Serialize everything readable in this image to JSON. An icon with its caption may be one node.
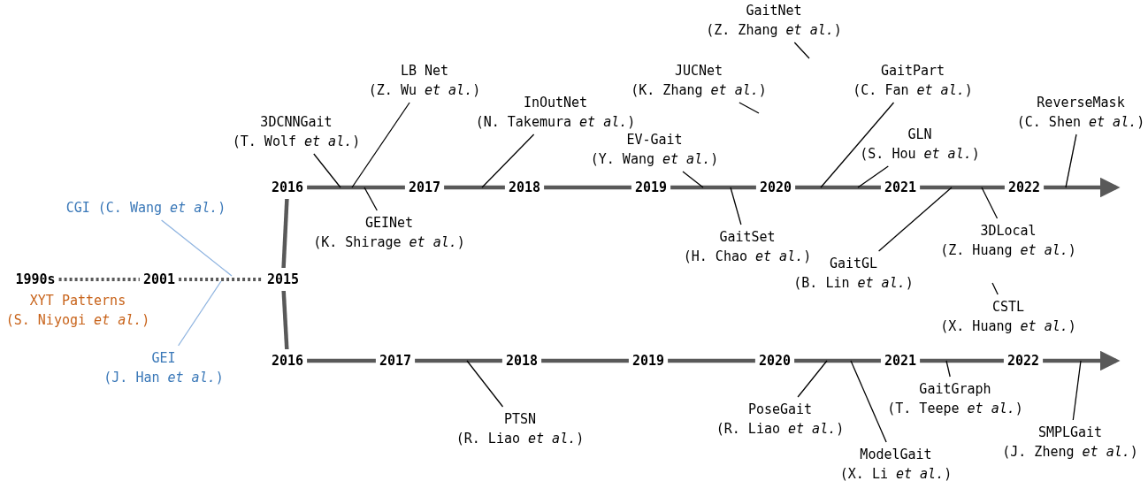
{
  "diagram": {
    "nodes": [
      {
        "text": [
          "1990s"
        ]
      },
      {
        "text": [
          "2001"
        ]
      },
      {
        "text": [
          "2015"
        ]
      },
      {
        "text": [
          "2016"
        ]
      },
      {
        "text": [
          "2017"
        ]
      },
      {
        "text": [
          "2018"
        ]
      },
      {
        "text": [
          "2019"
        ]
      },
      {
        "text": [
          "2020"
        ]
      },
      {
        "text": [
          "2021"
        ]
      },
      {
        "text": [
          "2022"
        ]
      },
      {
        "text": [
          "2016"
        ]
      },
      {
        "text": [
          "2017"
        ]
      },
      {
        "text": [
          "2018"
        ]
      },
      {
        "text": [
          "2019"
        ]
      },
      {
        "text": [
          "2020"
        ]
      },
      {
        "text": [
          "2021"
        ]
      },
      {
        "text": [
          "2022"
        ]
      },
      {
        "text": [
          "GaitNet",
          "(Z. Zhang *et al.*)"
        ]
      },
      {
        "text": [
          "LB Net",
          "(Z. Wu *et al.*)"
        ]
      },
      {
        "text": [
          "JUCNet",
          "(K. Zhang *et al.*)"
        ]
      },
      {
        "text": [
          "GaitPart",
          "(C. Fan *et al.*)"
        ]
      },
      {
        "text": [
          "InOutNet",
          "(N. Takemura *et al.*)"
        ]
      },
      {
        "text": [
          "ReverseMask",
          "(C. Shen *et al.*)"
        ]
      },
      {
        "text": [
          "3DCNNGait",
          "(T. Wolf *et al.*)"
        ]
      },
      {
        "text": [
          "EV-Gait",
          "(Y. Wang *et al.*)"
        ]
      },
      {
        "text": [
          "GLN",
          "(S. Hou *et al.*)"
        ]
      },
      {
        "text": [
          "CGI (C. Wang *et al.*)"
        ]
      },
      {
        "text": [
          "GEINet",
          "(K. Shirage *et al.*)"
        ]
      },
      {
        "text": [
          "GaitSet",
          "(H. Chao *et al.*)"
        ]
      },
      {
        "text": [
          "3DLocal",
          "(Z. Huang *et al.*)"
        ]
      },
      {
        "text": [
          "GaitGL",
          "(B. Lin *et al.*)"
        ]
      },
      {
        "text": [
          "CSTL",
          "(X. Huang *et al.*)"
        ]
      },
      {
        "text": [
          "GEI",
          "(J. Han *et al.*)"
        ]
      },
      {
        "text": [
          "GaitGraph",
          "(T. Teepe *et al.*)"
        ]
      },
      {
        "text": [
          "PoseGait",
          "(R. Liao *et al.*)"
        ]
      },
      {
        "text": [
          "SMPLGait",
          "(J. Zheng *et al.*)"
        ]
      },
      {
        "text": [
          "PTSN",
          "(R. Liao *et al.*)"
        ]
      },
      {
        "text": [
          "ModelGait",
          "(X. Li *et al.*)"
        ]
      }
    ],
    "edges": [
      {
        "from": 0,
        "to": 1,
        "arrow": "none",
        "style": "dashed",
        "color": "#595959"
      },
      {
        "from": 1,
        "to": 2,
        "arrow": "none",
        "style": "dashed",
        "color": "#595959"
      },
      {
        "from": 2,
        "to": 3,
        "arrow": "none",
        "style": "thick",
        "color": "#595959"
      },
      {
        "from": 2,
        "to": 10,
        "arrow": "none",
        "style": "thick",
        "color": "#595959"
      },
      {
        "from": 3,
        "to": 4,
        "arrow": "none",
        "style": "thick",
        "color": "#595959"
      },
      {
        "from": 4,
        "to": 5,
        "arrow": "none",
        "style": "thick",
        "color": "#595959"
      },
      {
        "from": 5,
        "to": 6,
        "arrow": "none",
        "style": "thick",
        "color": "#595959"
      },
      {
        "from": 6,
        "to": 7,
        "arrow": "none",
        "style": "thick",
        "color": "#595959"
      },
      {
        "from": 7,
        "to": 8,
        "arrow": "none",
        "style": "thick",
        "color": "#595959"
      },
      {
        "from": 8,
        "to": 9,
        "arrow": "none",
        "style": "thick",
        "color": "#595959"
      },
      {
        "from": 9,
        "to": null,
        "arrow": "to",
        "style": "thick",
        "color": "#595959"
      },
      {
        "from": 10,
        "to": 11,
        "arrow": "none",
        "style": "thick",
        "color": "#595959"
      },
      {
        "from": 11,
        "to": 12,
        "arrow": "none",
        "style": "thick",
        "color": "#595959"
      },
      {
        "from": 12,
        "to": 13,
        "arrow": "none",
        "style": "thick",
        "color": "#595959"
      },
      {
        "from": 13,
        "to": 14,
        "arrow": "none",
        "style": "thick",
        "color": "#595959"
      },
      {
        "from": 14,
        "to": 15,
        "arrow": "none",
        "style": "thick",
        "color": "#595959"
      },
      {
        "from": 15,
        "to": 16,
        "arrow": "none",
        "style": "thick",
        "color": "#595959"
      },
      {
        "from": 16,
        "to": null,
        "arrow": "to",
        "style": "thick",
        "color": "#595959"
      },
      {
        "from": 17,
        "to": null,
        "arrow": "none"
      },
      {
        "from": 18,
        "to": null,
        "arrow": "none"
      },
      {
        "from": 19,
        "to": null,
        "arrow": "none"
      },
      {
        "from": 20,
        "to": null,
        "arrow": "none"
      },
      {
        "from": 21,
        "to": null,
        "arrow": "none"
      },
      {
        "from": 22,
        "to": null,
        "arrow": "none"
      },
      {
        "from": 23,
        "to": null,
        "arrow": "none"
      },
      {
        "from": 24,
        "to": null,
        "arrow": "none"
      },
      {
        "from": 25,
        "to": null,
        "arrow": "none"
      },
      {
        "from": 26,
        "to": null,
        "arrow": "none",
        "color": "#8fb4e0"
      },
      {
        "from": 27,
        "to": null,
        "arrow": "none"
      },
      {
        "from": 28,
        "to": null,
        "arrow": "none"
      },
      {
        "from": 29,
        "to": null,
        "arrow": "none"
      },
      {
        "from": 30,
        "to": null,
        "arrow": "none"
      },
      {
        "from": 31,
        "to": null,
        "arrow": "none"
      },
      {
        "from": 32,
        "to": null,
        "arrow": "none",
        "color": "#8fb4e0"
      },
      {
        "from": 33,
        "to": null,
        "arrow": "none"
      },
      {
        "from": 34,
        "to": null,
        "arrow": "none"
      },
      {
        "from": 35,
        "to": null,
        "arrow": "none"
      },
      {
        "from": 36,
        "to": null,
        "arrow": "none"
      },
      {
        "from": 37,
        "to": null,
        "arrow": "none"
      }
    ],
    "labels": [
      "XYT Patterns",
      "(S. Niyogi *et al.*)"
    ]
  }
}
